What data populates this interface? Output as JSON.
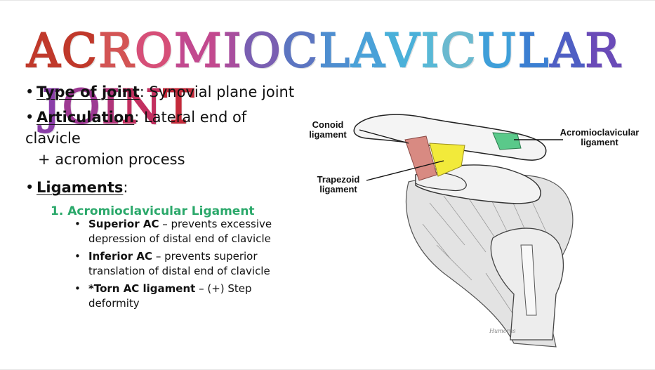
{
  "title": {
    "letters": [
      "A",
      "C",
      "R",
      "O",
      "M",
      "I",
      "O",
      "C",
      "L",
      "A",
      "V",
      "I",
      "C",
      "U",
      "L",
      "A",
      "R",
      " ",
      "J",
      "O",
      "I",
      "N",
      "T"
    ],
    "colors": [
      "#c0392b",
      "#c0392b",
      "#d35454",
      "#d64f78",
      "#c2498f",
      "#a84e9e",
      "#7a5fb2",
      "#5c75c1",
      "#4e8ed0",
      "#4aa1d8",
      "#4ab0d9",
      "#58b8d6",
      "#6ab9cf",
      "#3f9fd9",
      "#3b7fd2",
      "#4f5fc4",
      "#6a4bb8",
      " ",
      "#8a3fa8",
      "#9d3a93",
      "#b1357a",
      "#c23060",
      "#c42a3a"
    ]
  },
  "bullets": {
    "type_label": "Type of joint",
    "type_value": ": Synovial plane joint",
    "artic_label": "Articulation",
    "artic_value": ": Lateral end of clavicle",
    "artic_cont": "+ acromion process",
    "lig_label": "Ligaments",
    "lig_colon": ":",
    "sub_heading": "1. Acromioclavicular Ligament",
    "items": [
      {
        "strong": "Superior AC",
        "text": " – prevents excessive depression of distal end of clavicle"
      },
      {
        "strong": "Inferior AC",
        "text": " – prevents superior translation of distal end of clavicle"
      },
      {
        "strong": "*Torn AC ligament",
        "text": " – (+) Step deformity"
      }
    ],
    "bullet_glyph": "•"
  },
  "figure": {
    "conoid": "Conoid\nligament",
    "trapezoid": "Trapezoid\nligament",
    "acromio": "Acromioclavicular\nligament",
    "signature": "Humerus",
    "colors": {
      "conoid": "#d88a82",
      "trapezoid": "#f2ea3a",
      "acromio": "#5ac98a"
    }
  }
}
